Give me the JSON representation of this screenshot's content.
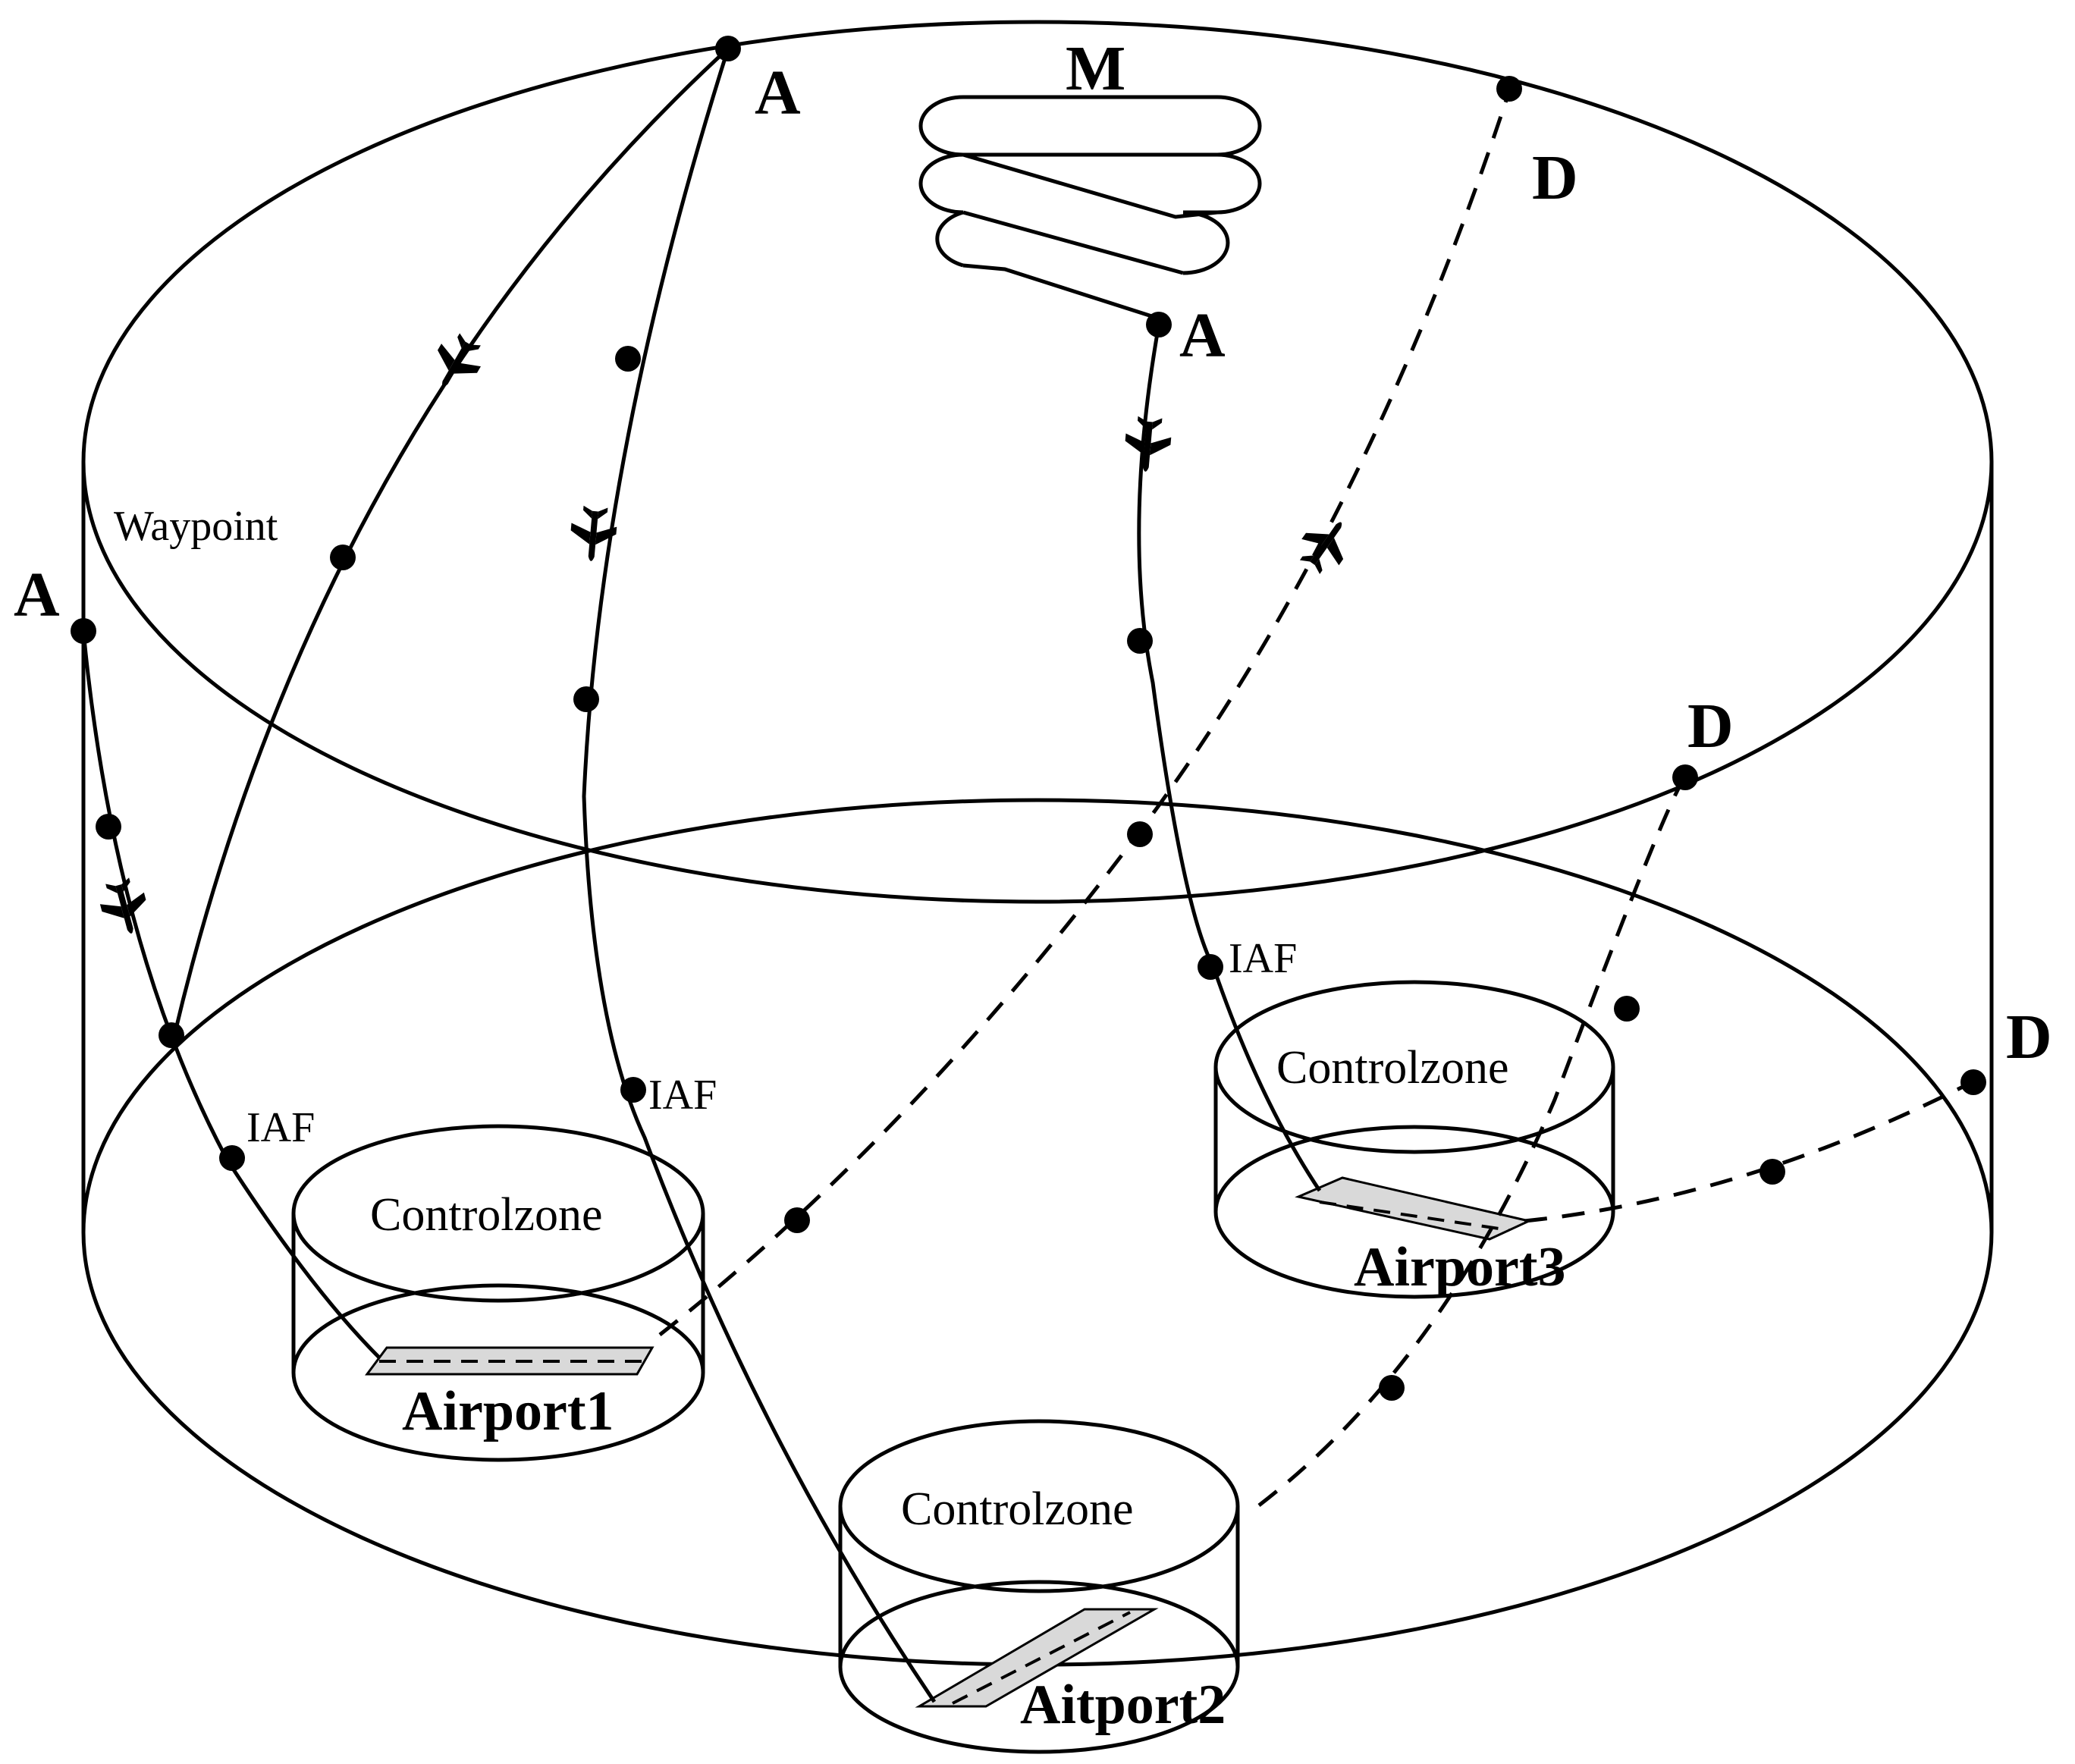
{
  "labels": {
    "waypoint": "Waypoint",
    "point_a": "A",
    "point_d": "D",
    "holding": "M",
    "iaf": "IAF",
    "controlzone": "Controlzone",
    "airport1": "Airport1",
    "airport2": "Aitport2",
    "airport3": "Airport3"
  },
  "icons": {
    "aircraft": "aircraft-icon",
    "waypoint": "waypoint-dot-icon"
  },
  "colors": {
    "line": "#000000",
    "runway": "#d9d9d9",
    "background": "#ffffff"
  }
}
